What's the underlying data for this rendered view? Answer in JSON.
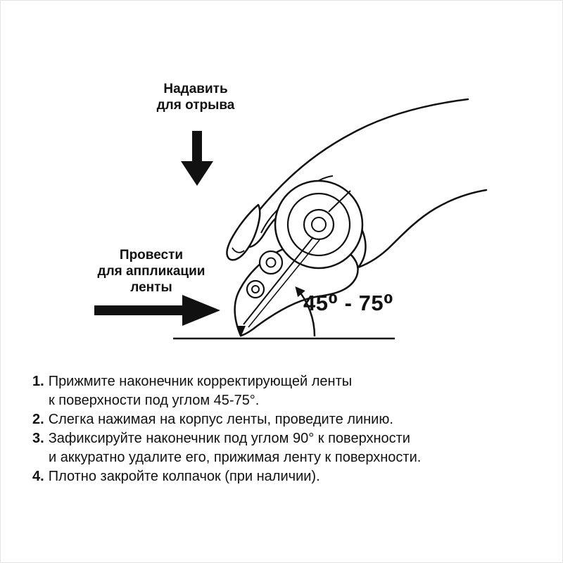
{
  "diagram": {
    "press_label": "Надавить\nдля отрыва",
    "apply_label": "Провести\nдля аппликации\nленты",
    "angle_label": "45⁰ - 75⁰",
    "icons": {
      "press_arrow": "thick-down-arrow",
      "apply_arrow": "thick-right-arrow",
      "angle_arc": "curved-arrow-up"
    }
  },
  "instructions": {
    "items": [
      {
        "number": "1.",
        "text": "Прижмите наконечник корректирующей ленты\nк поверхности под углом 45-75°."
      },
      {
        "number": "2.",
        "text": "Слегка нажимая на корпус ленты, проведите линию."
      },
      {
        "number": "3.",
        "text": "Зафиксируйте наконечник под углом 90° к поверхности\nи аккуратно удалите его, прижимая ленту к поверхности."
      },
      {
        "number": "4.",
        "text": "Плотно закройте колпачок (при наличии)."
      }
    ]
  },
  "colors": {
    "ink": "#111111",
    "background": "#ffffff"
  }
}
